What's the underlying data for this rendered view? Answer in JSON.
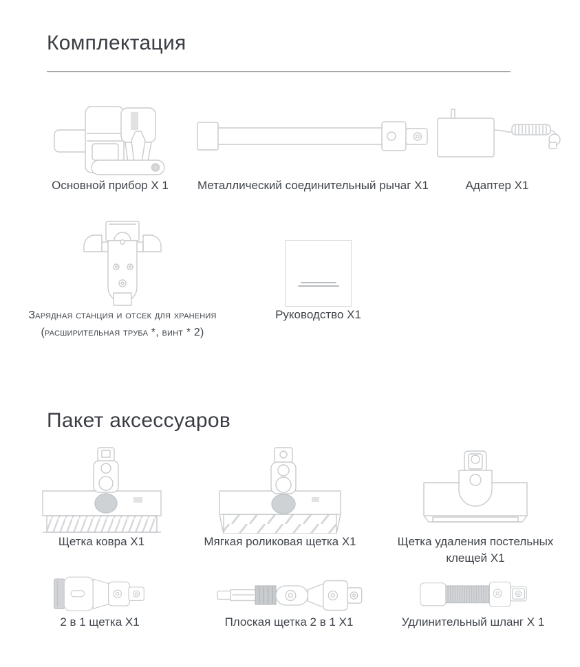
{
  "colors": {
    "background": "#ffffff",
    "heading_text": "#3a3e44",
    "caption_text": "#3f444b",
    "divider": "#4a4a4a",
    "line_art_stroke": "#c8cbce",
    "line_art_gray_fill": "#d2d4d7"
  },
  "package_section": {
    "title": "Комплектация",
    "items": [
      {
        "id": "main-device",
        "label": "Основной прибор X 1"
      },
      {
        "id": "metal-rod",
        "label": "Металлический соединительный рычаг X1"
      },
      {
        "id": "adapter",
        "label": "Адаптер X1"
      },
      {
        "id": "charging-station",
        "label_line1": "Зарядная станция и отсек для хранения",
        "label_line2": "(расширительная труба *, винт * 2)"
      },
      {
        "id": "manual",
        "label": "Руководство X1"
      }
    ]
  },
  "accessory_section": {
    "title": "Пакет аксессуаров",
    "items": [
      {
        "id": "carpet-brush",
        "label": "Щетка ковра X1"
      },
      {
        "id": "soft-roller-brush",
        "label": "Мягкая роликовая щетка X1"
      },
      {
        "id": "mite-removal-brush",
        "label": "Щетка удаления постельных клещей X1"
      },
      {
        "id": "two-in-one-brush",
        "label": "2 в 1 щетка X1"
      },
      {
        "id": "flat-brush",
        "label": "Плоская щетка 2 в 1 X1"
      },
      {
        "id": "extension-hose",
        "label": "Удлинительный шланг X 1"
      }
    ]
  }
}
